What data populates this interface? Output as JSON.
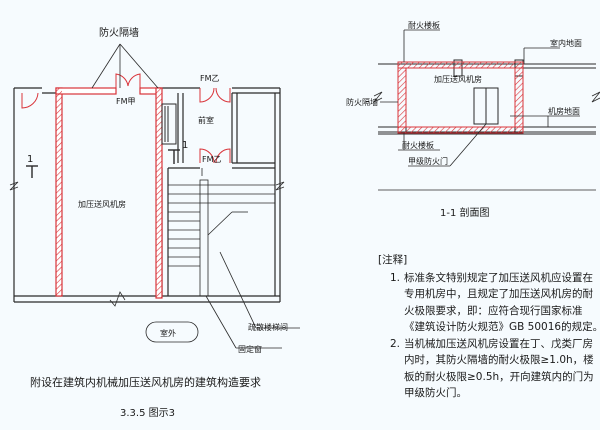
{
  "plan": {
    "fire_wall_label": "防火隔墙",
    "door_fm_b1": "FM乙",
    "door_fm_a": "FM甲",
    "door_fm_b2": "FM乙",
    "anteroom_label": "前室",
    "section_mark_left": "1",
    "section_mark_right": "1",
    "room_label": "加压送风机房",
    "stair_label": "疏散楼梯间",
    "outdoor_label": "室外",
    "window_label": "固定窗",
    "caption": "附设在建筑内机械加压送风机房的建筑构造要求"
  },
  "section": {
    "fire_floor_top_label": "耐火楼板",
    "indoor_floor_label": "室内地面",
    "fire_wall_label": "防火隔墙",
    "room_label": "加压送风机房",
    "machine_floor_label": "机房地面",
    "fire_floor_bottom_label": "耐火楼板",
    "door_label": "甲级防火门",
    "title": "1-1 剖面图"
  },
  "figure_caption": "3.3.5 图示3",
  "notes": {
    "heading": "[注释]",
    "items": [
      {
        "num": "1.",
        "lines": [
          "标准条文特别规定了加压送风机应设置在",
          "专用机房中，且规定了加压送风机房的耐",
          "火极限要求，即：应符合现行国家标准",
          "《建筑设计防火规范》GB 50016的规定。"
        ]
      },
      {
        "num": "2.",
        "lines": [
          "当机械加压送风机房设置在丁、戊类厂房",
          "内时，其防火隔墙的耐火极限≥1.0h，楼",
          "板的耐火极限≥0.5h，开向建筑内的门为",
          "甲级防火门。"
        ]
      }
    ]
  },
  "colors": {
    "line": "#2a2a2a",
    "fire": "#d9343a",
    "fill": "#ffffff",
    "hatch": "#e28a8e"
  }
}
